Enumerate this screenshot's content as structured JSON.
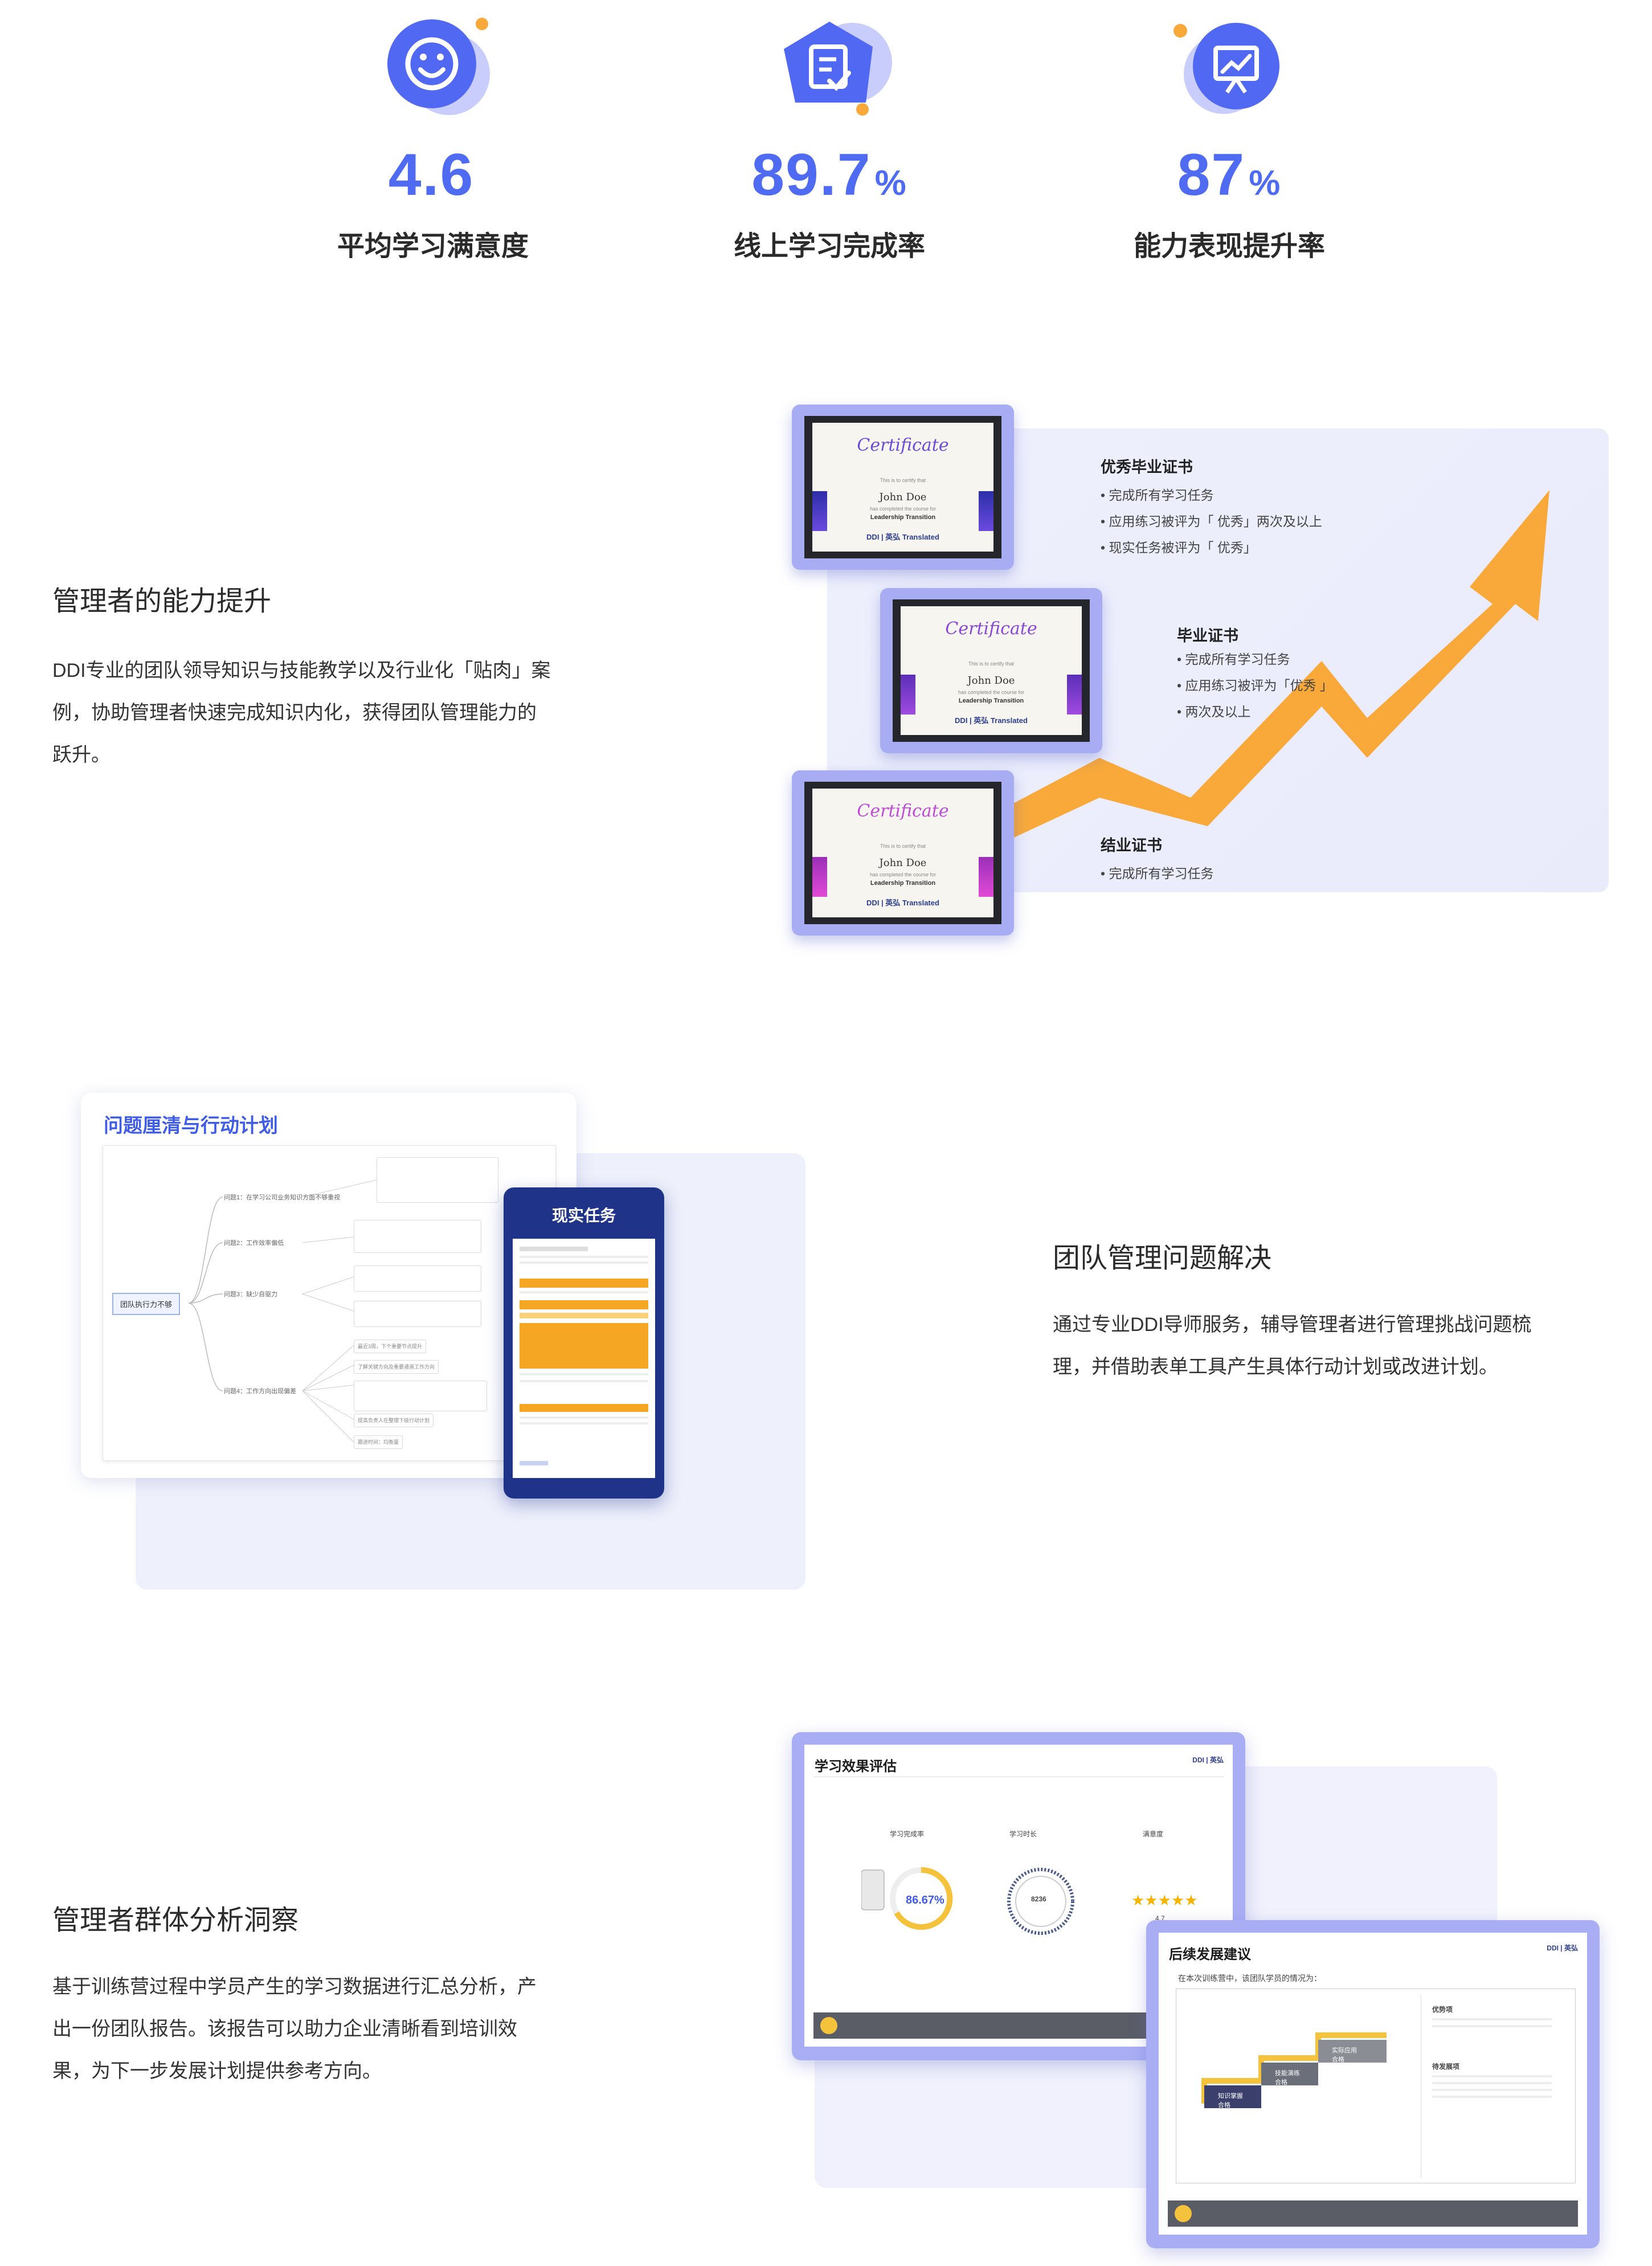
{
  "stats": [
    {
      "value": "4.6",
      "unit": "",
      "label": "平均学习满意度",
      "icon": "smile-icon"
    },
    {
      "value": "89.7",
      "unit": "%",
      "label": "线上学习完成率",
      "icon": "checklist-icon"
    },
    {
      "value": "87",
      "unit": "%",
      "label": "能力表现提升率",
      "icon": "chart-board-icon"
    }
  ],
  "section_ability": {
    "title": "管理者的能力提升",
    "body_lines": [
      "DDI专业的团队领导知识与技能教学以及行业化「贴肉」案",
      "例，协助管理者快速完成知识内化，获得团队管理能力的",
      "跃升。"
    ]
  },
  "certificate": {
    "title": "Certificate",
    "certify": "This is to certify that",
    "name": "John Doe",
    "completed": "has completed the course for",
    "course": "Leadership Transition",
    "logo": "DDI | 英弘 Translated"
  },
  "tiers": [
    {
      "title": "优秀毕业证书",
      "items": [
        "• 完成所有学习任务",
        "• 应用练习被评为「 优秀」两次及以上",
        "• 现实任务被评为「 优秀」"
      ]
    },
    {
      "title": "毕业证书",
      "items": [
        "• 完成所有学习任务",
        "• 应用练习被评为「优秀 」",
        "• 两次及以上"
      ]
    },
    {
      "title": "结业证书",
      "items": [
        "• 完成所有学习任务"
      ]
    }
  ],
  "section_team": {
    "title": "团队管理问题解决",
    "body_lines": [
      "通过专业DDI导师服务，辅导管理者进行管理挑战问题梳",
      "理，并借助表单工具产生具体行动计划或改进计划。"
    ],
    "mind_title": "问题厘清与行动计划",
    "root": "团队执行力不够",
    "branches": [
      "问题1：在学习公司业务知识方面不够重视",
      "问题2：工作效率偏低",
      "问题3：缺少自驱力",
      "问题4：工作方向出现偏差"
    ],
    "leaf_snippets": [
      "最近3周，下个重要节点提升",
      "了解关键方向及重要通道工作方向",
      "提高负责人在整理下级行动计划",
      "跟进时间：均衡量"
    ],
    "phone_title": "现实任务"
  },
  "section_group": {
    "title": "管理者群体分析洞察",
    "body_lines": [
      "基于训练营过程中学员产生的学习数据进行汇总分析，产",
      "出一份团队报告。该报告可以助力企业清晰看到培训效",
      "果，为下一步发展计划提供参考方向。"
    ],
    "report1": {
      "heading": "学习效果评估",
      "logo": "DDI | 英弘",
      "metric_labels": [
        "学习完成率",
        "学习时长",
        "满意度"
      ],
      "completion": "86.67%",
      "duration": "8236",
      "stars": "★★★★★",
      "rating": "4.7"
    },
    "report2": {
      "heading": "后续发展建议",
      "logo": "DDI | 英弘",
      "subtitle": "在本次训练营中，该团队学员的情况为：",
      "steps": [
        "知识掌握\n合格",
        "技能演练\n合格",
        "实际应用\n合格"
      ],
      "side_titles": [
        "优势项",
        "待发展项"
      ]
    }
  },
  "colors": {
    "accent": "#4e6bf2",
    "orange": "#f8a93a",
    "yellow": "#f5c33b",
    "lavender": "#a7acf3",
    "navy": "#1f3489"
  }
}
